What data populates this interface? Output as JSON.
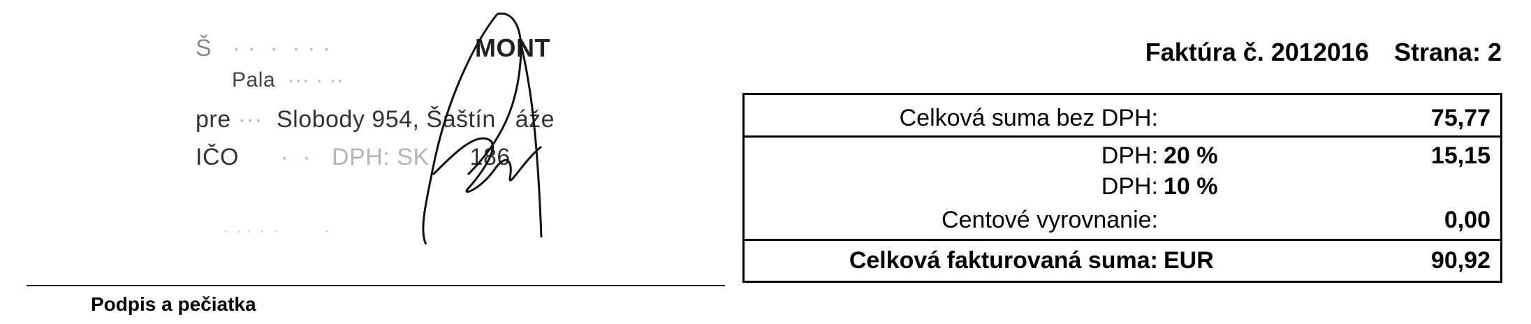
{
  "stamp": {
    "line1": "Š",
    "line1_tail": "MONT",
    "line2": "Pala",
    "line3_a": "pre",
    "line3_b": "Slobody 954, Šaštín",
    "line3_c": "áže",
    "line4_a": "IČO",
    "line4_b": "DPH: SK",
    "line4_c": "186"
  },
  "signature_block": {
    "label": "Podpis a pečiatka"
  },
  "invoice": {
    "title_label": "Faktúra č. 2012016",
    "page_label": "Strana: 2"
  },
  "totals": {
    "rows": [
      {
        "label": "Celková suma bez DPH:",
        "rate": "",
        "value": "75,77"
      },
      {
        "label": "DPH:",
        "rate": "20  %",
        "value": "15,15"
      },
      {
        "label": "DPH:",
        "rate": "10  %",
        "value": ""
      },
      {
        "label": "Centové vyrovnanie:",
        "rate": "",
        "value": "0,00"
      }
    ],
    "final": {
      "label": "Celková fakturovaná suma:",
      "currency": "EUR",
      "value": "90,92"
    }
  }
}
